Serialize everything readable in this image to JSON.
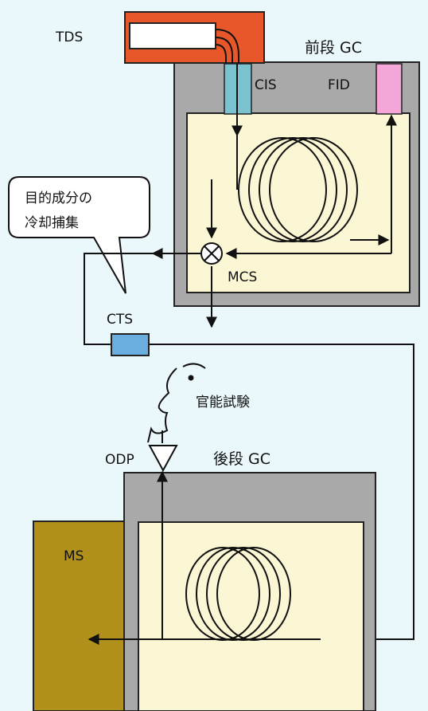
{
  "labels": {
    "tds": "TDS",
    "front_gc": "前段 GC",
    "cis": "CIS",
    "fid": "FID",
    "callout_line1": "目的成分の",
    "callout_line2": "冷却捕集",
    "mcs": "MCS",
    "cts": "CTS",
    "sensory": "官能試験",
    "odp": "ODP",
    "rear_gc": "後段 GC",
    "ms": "MS"
  },
  "colors": {
    "background": "#eaf8fb",
    "tds_block": "#e8572a",
    "gc_housing": "#a9a9a9",
    "oven": "#fbf7d4",
    "cis": "#7cc3d2",
    "fid": "#f3a6d7",
    "cts": "#6aaee0",
    "ms": "#b1901c",
    "line": "#111111"
  }
}
